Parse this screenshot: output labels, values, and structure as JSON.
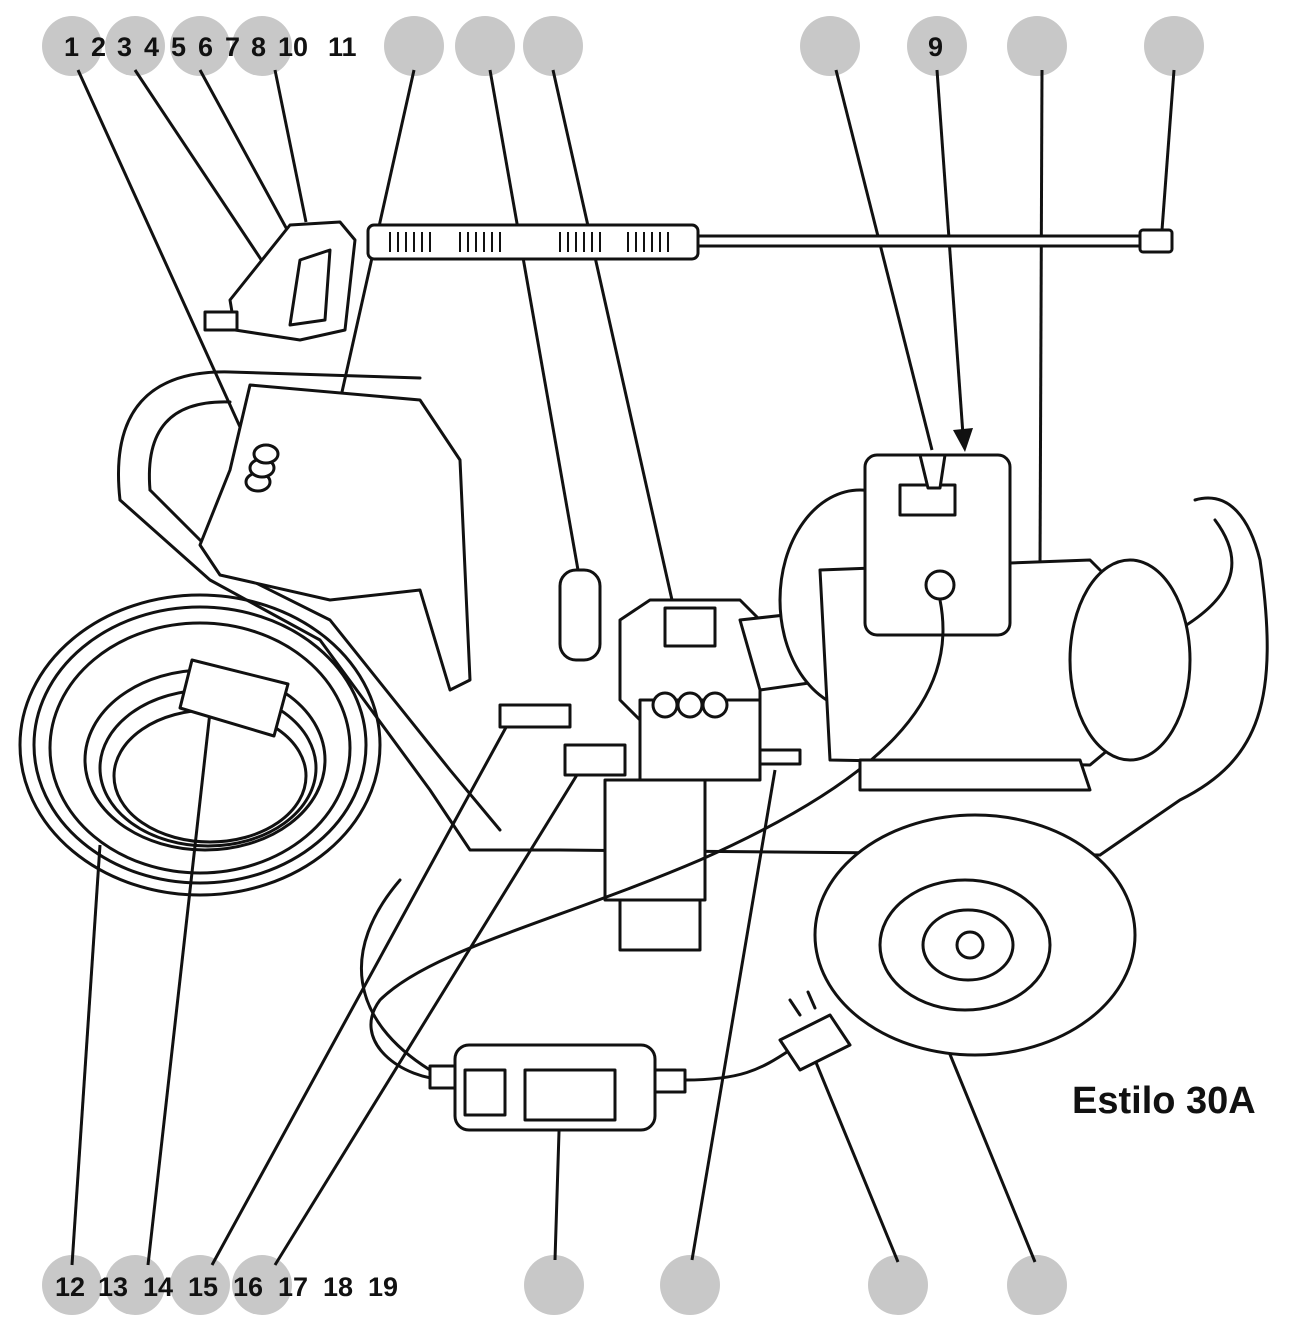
{
  "diagram": {
    "title": "Estilo 30A",
    "top_labels": [
      {
        "text": "1"
      },
      {
        "text": "2"
      },
      {
        "text": "3"
      },
      {
        "text": "4"
      },
      {
        "text": "5"
      },
      {
        "text": "6"
      },
      {
        "text": "7"
      },
      {
        "text": "8"
      },
      {
        "text": "10"
      },
      {
        "text": "11"
      },
      {
        "text": "9"
      }
    ],
    "bottom_labels": [
      {
        "text": "12"
      },
      {
        "text": "13"
      },
      {
        "text": "14"
      },
      {
        "text": "15"
      },
      {
        "text": "16"
      },
      {
        "text": "17"
      },
      {
        "text": "18"
      },
      {
        "text": "19"
      }
    ],
    "callout_color": "#c8c8c8",
    "line_color": "#111111"
  }
}
